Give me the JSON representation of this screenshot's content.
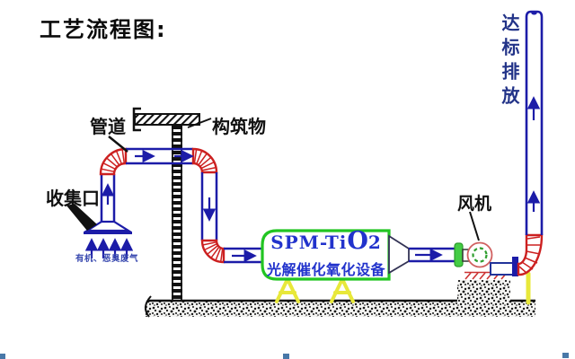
{
  "title": "工艺流程图:",
  "labels": {
    "pipe": "管道",
    "structure": "构筑物",
    "collection_port": "收集口",
    "inlet_gas": "有机、恶臭废气",
    "fan": "风机",
    "discharge": "达标排放"
  },
  "equipment": {
    "model_prefix": "SPM-Ti",
    "model_o": "O",
    "model_suffix": "2",
    "name": "光解催化氧化设备"
  },
  "colors": {
    "pipe_blue": "#1c1ca8",
    "elbow_red": "#cc2020",
    "equipment_green": "#22c522",
    "equipment_text": "#2233cc",
    "support_yellow": "#e8e83a",
    "discharge_text": "#223388",
    "fan_ring_red": "#d06060",
    "fan_inner_green": "#2f9e2f",
    "marker_blue": "#4878a8",
    "ink_black": "#111111"
  }
}
